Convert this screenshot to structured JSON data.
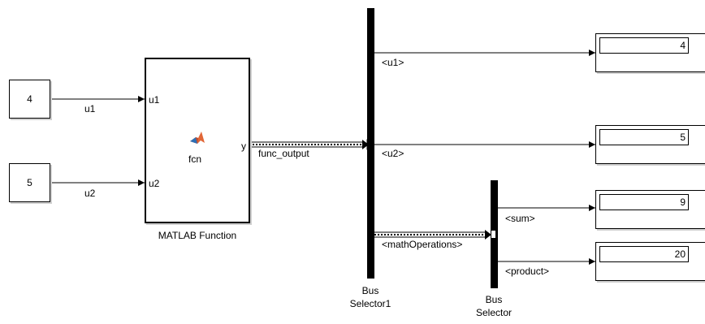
{
  "blocks": {
    "const1": {
      "value": "4"
    },
    "const2": {
      "value": "5"
    },
    "matlab_function": {
      "name": "MATLAB Function",
      "function_label": "fcn",
      "inputs": [
        "u1",
        "u2"
      ],
      "output": "y"
    },
    "bus_selector1": {
      "name_line1": "Bus",
      "name_line2": "Selector1"
    },
    "bus_selector": {
      "name_line1": "Bus",
      "name_line2": "Selector"
    },
    "displays": [
      "4",
      "5",
      "9",
      "20"
    ]
  },
  "signals": {
    "u1": "u1",
    "u2": "u2",
    "func_output": "func_output",
    "sel1_u1": "<u1>",
    "sel1_u2": "<u2>",
    "sel1_math": "<mathOperations>",
    "sel_sum": "<sum>",
    "sel_product": "<product>"
  },
  "colors": {
    "line": "#000000",
    "shadow": "#d0d0d0",
    "matlab_logo_orange": "#e16737",
    "matlab_logo_blue": "#2e6fb5"
  }
}
